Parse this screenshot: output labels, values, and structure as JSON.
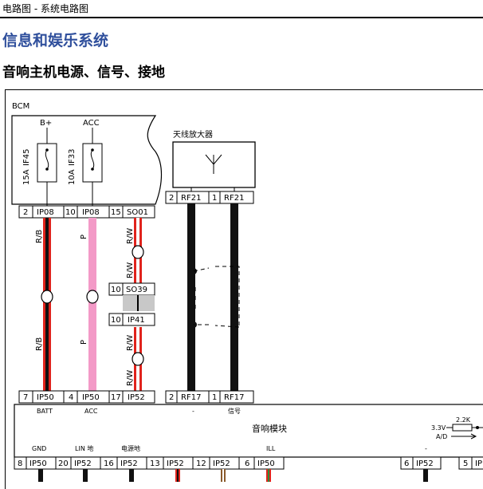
{
  "header": {
    "breadcrumb": "电路图 - 系统电路图",
    "title": "信息和娱乐系统",
    "subtitle": "音响主机电源、信号、接地"
  },
  "bcm": {
    "label": "BCM",
    "fuse1": {
      "supply": "B+",
      "rating": "15A",
      "name": "IF45"
    },
    "fuse2": {
      "supply": "ACC",
      "rating": "10A",
      "name": "IF33"
    }
  },
  "amplifier": {
    "label": "天线放大器"
  },
  "top_connectors": [
    {
      "pin": "2",
      "name": "IP08"
    },
    {
      "pin": "10",
      "name": "IP08"
    },
    {
      "pin": "15",
      "name": "SO01"
    },
    {
      "pin": "2",
      "name": "RF21"
    },
    {
      "pin": "1",
      "name": "RF21"
    }
  ],
  "mid_connectors": [
    {
      "pin": "10",
      "name": "SO39"
    },
    {
      "pin": "10",
      "name": "IP41"
    }
  ],
  "wire_labels": {
    "w1_top": "R/B",
    "w1_bottom": "R/B",
    "w2_top": "P",
    "w2_bottom": "P",
    "w3_a": "R/W",
    "w3_b": "R/W",
    "w3_c": "R/W",
    "w3_d": "R/W"
  },
  "bottom_connectors": [
    {
      "pin": "7",
      "name": "IP50"
    },
    {
      "pin": "4",
      "name": "IP50"
    },
    {
      "pin": "17",
      "name": "IP52"
    },
    {
      "pin": "2",
      "name": "RF17"
    },
    {
      "pin": "1",
      "name": "RF17"
    }
  ],
  "module": {
    "name": "音响模块",
    "pin_funcs_top": [
      "BATT",
      "ACC",
      "-",
      "信号"
    ],
    "pin_funcs_bottom": [
      "GND",
      "LIN 地",
      "电源地",
      "ILL",
      "-"
    ],
    "v_label": "3.3V",
    "r_label": "2.2K",
    "ad_label": "A/D"
  },
  "lower_connectors": [
    {
      "pin": "8",
      "name": "IP50"
    },
    {
      "pin": "20",
      "name": "IP52"
    },
    {
      "pin": "16",
      "name": "IP52"
    },
    {
      "pin": "13",
      "name": "IP52"
    },
    {
      "pin": "12",
      "name": "IP52"
    },
    {
      "pin": "6",
      "name": "IP50"
    },
    {
      "pin": "6",
      "name": "IP52"
    },
    {
      "pin": "5",
      "name": "IP"
    }
  ],
  "colors": {
    "title": "#2f4f9c",
    "wire_red": "#e0231c",
    "wire_pink": "#f39ac7",
    "wire_black": "#111111",
    "wire_brown": "#8a5a2b",
    "wire_green": "#2e8b3a",
    "splice_gray": "#c8c8c8"
  }
}
